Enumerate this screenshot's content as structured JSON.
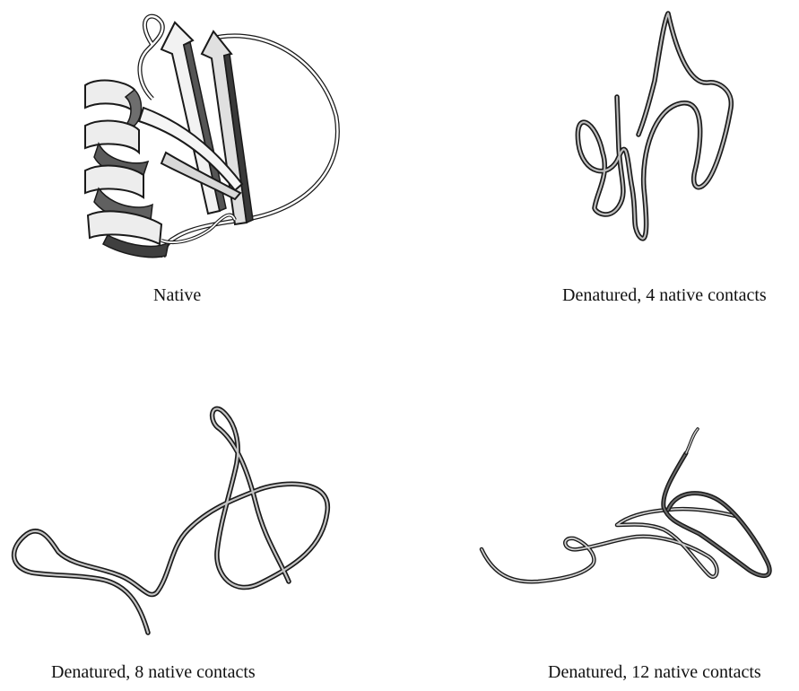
{
  "panels": [
    {
      "caption": "Native"
    },
    {
      "caption": "Denatured, 4 native contacts"
    },
    {
      "caption": "Denatured, 8 native contacts"
    },
    {
      "caption": "Denatured, 12 native contacts"
    }
  ]
}
